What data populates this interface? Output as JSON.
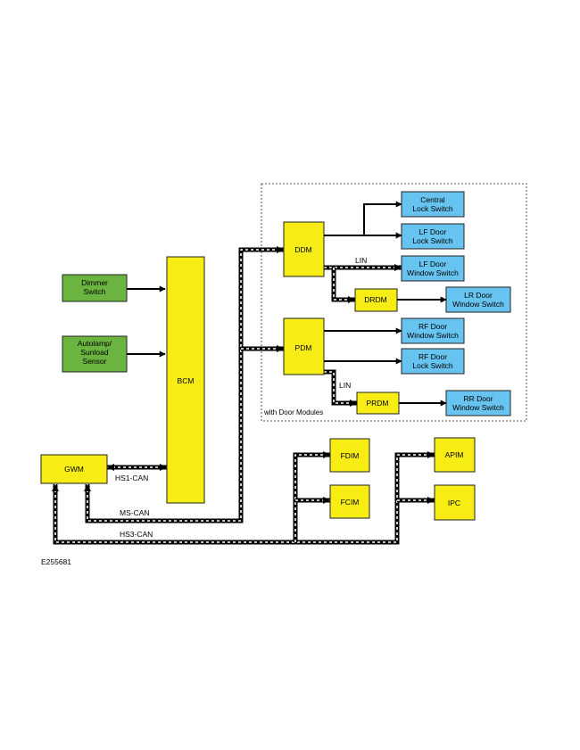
{
  "modules": {
    "bcm": "BCM",
    "gwm": "GWM",
    "ddm": "DDM",
    "pdm": "PDM",
    "drdm": "DRDM",
    "prdm": "PRDM",
    "fdim": "FDIM",
    "fcim": "FCIM",
    "apim": "APIM",
    "ipc": "IPC"
  },
  "inputs": {
    "dimmer_switch": [
      "Dimmer",
      "Switch"
    ],
    "autolamp_sensor": [
      "Autolamp/",
      "Sunload",
      "Sensor"
    ]
  },
  "switches": {
    "central_lock": [
      "Central",
      "Lock Switch"
    ],
    "lf_door_lock": [
      "LF Door",
      "Lock Switch"
    ],
    "lf_door_window": [
      "LF Door",
      "Window Switch"
    ],
    "lr_door_window": [
      "LR Door",
      "Window Switch"
    ],
    "rf_door_window": [
      "RF Door",
      "Window Switch"
    ],
    "rf_door_lock": [
      "RF Door",
      "Lock Switch"
    ],
    "rr_door_window": [
      "RR Door",
      "Window Switch"
    ]
  },
  "buses": {
    "hs1": "HS1-CAN",
    "ms": "MS-CAN",
    "hs3": "HS3-CAN",
    "lin_front": "LIN",
    "lin_rear": "LIN"
  },
  "door_modules_caption": "with Door Modules",
  "figure_id": "E255681",
  "colors": {
    "module": "#f7ec13",
    "input": "#6ab43f",
    "switch": "#67c3ef"
  }
}
